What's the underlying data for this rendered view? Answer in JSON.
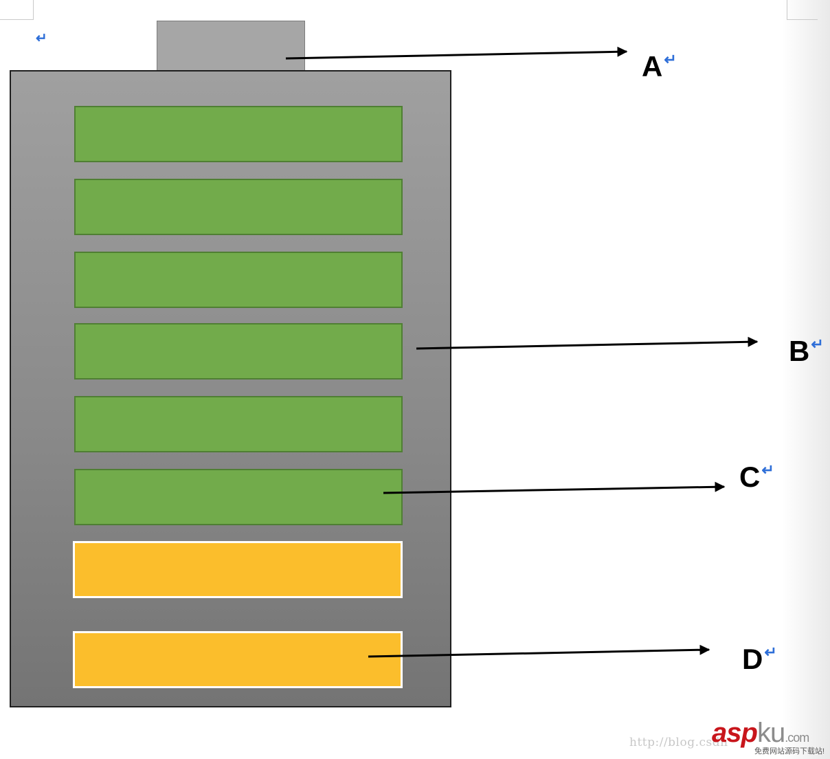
{
  "labels": {
    "a": "A",
    "b": "B",
    "c": "C",
    "d": "D"
  },
  "paragraph_mark": "↵",
  "watermark": {
    "url": "http://blog.csdn",
    "logo_red": "asp",
    "logo_gray": "ku",
    "logo_suffix": ".com",
    "logo_tagline": "免费网站源码下载站!"
  },
  "cells": {
    "green_count": 6,
    "orange_count": 2
  },
  "colors": {
    "cell_green": "#72ab4b",
    "cell_orange": "#fbbe2c",
    "battery_gray": "#8a8a8a",
    "cap_gray": "#a6a6a6",
    "arrow": "#000000",
    "paragraph_mark": "#2f6fd8"
  }
}
